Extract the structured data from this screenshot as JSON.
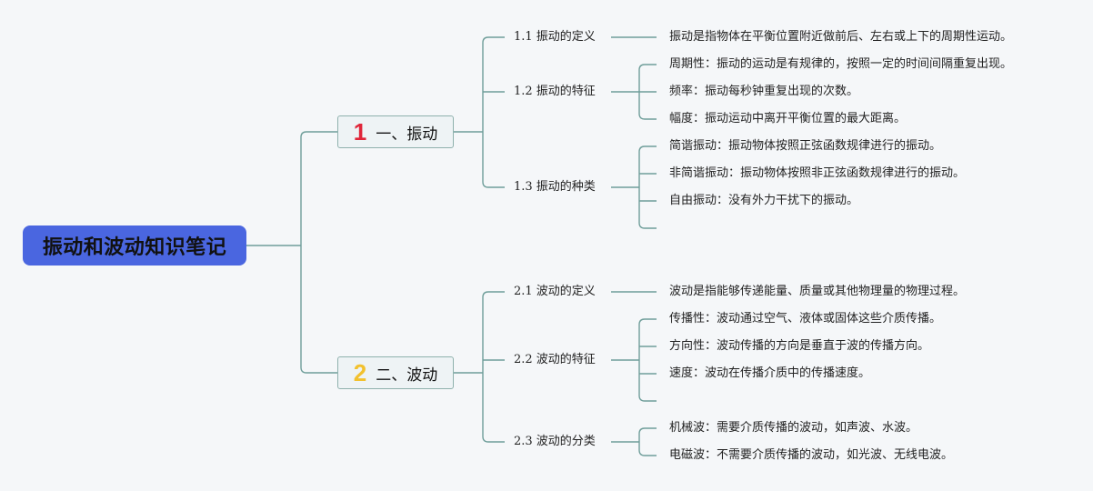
{
  "root": {
    "label": "振动和波动知识笔记",
    "color": "#4a66e0"
  },
  "branches": [
    {
      "number": "1",
      "number_color": "#e0263a",
      "label": "一、振动",
      "subtopics": [
        {
          "label": "1.1 振动的定义",
          "leaves": [
            "振动是指物体在平衡位置附近做前后、左右或上下的周期性运动。"
          ]
        },
        {
          "label": "1.2 振动的特征",
          "leaves": [
            "周期性：振动的运动是有规律的，按照一定的时间间隔重复出现。",
            "频率：振动每秒钟重复出现的次数。",
            "幅度：振动运动中离开平衡位置的最大距离。"
          ]
        },
        {
          "label": "1.3 振动的种类",
          "leaves": [
            "简谐振动：振动物体按照正弦函数规律进行的振动。",
            "非简谐振动：振动物体按照非正弦函数规律进行的振动。",
            "自由振动：没有外力干扰下的振动。",
            ""
          ]
        }
      ]
    },
    {
      "number": "2",
      "number_color": "#f2c12e",
      "label": "二、波动",
      "subtopics": [
        {
          "label": "2.1 波动的定义",
          "leaves": [
            "波动是指能够传递能量、质量或其他物理量的物理过程。"
          ]
        },
        {
          "label": "2.2 波动的特征",
          "leaves": [
            "传播性：波动通过空气、液体或固体这些介质传播。",
            "方向性：波动传播的方向是垂直于波的传播方向。",
            "速度：波动在传播介质中的传播速度。",
            ""
          ]
        },
        {
          "label": "2.3 波动的分类",
          "leaves": [
            "机械波：需要介质传播的波动，如声波、水波。",
            "电磁波：不需要介质传播的波动，如光波、无线电波。"
          ]
        }
      ]
    }
  ],
  "line_color": "#6f9e9a"
}
